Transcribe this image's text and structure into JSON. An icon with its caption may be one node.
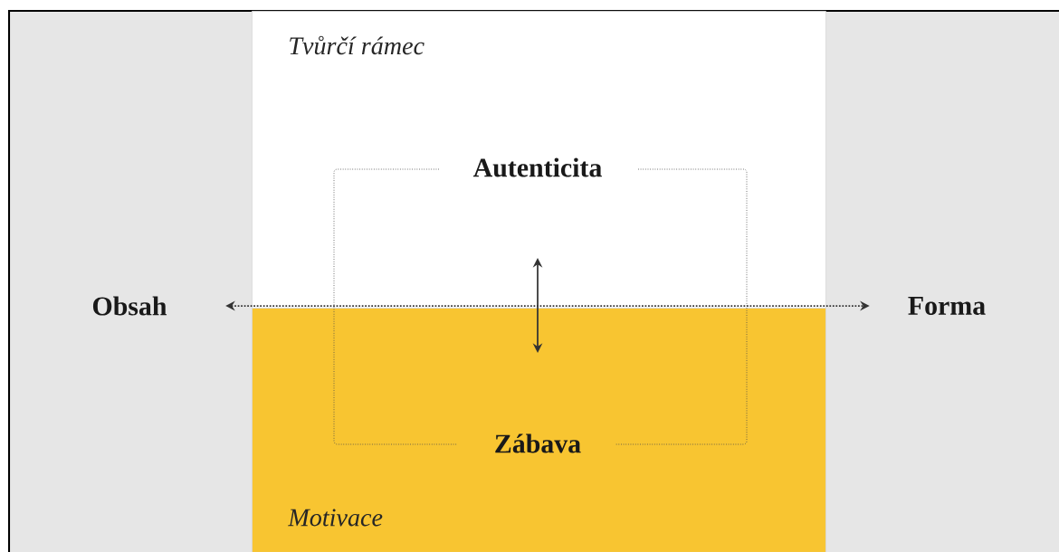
{
  "diagram": {
    "nodes": [
      {
        "text": [
          "Tvůrčí rámec"
        ]
      },
      {
        "text": [
          "Motivace"
        ]
      },
      {
        "text": [
          "Autenticita"
        ],
        "in": 0
      },
      {
        "text": [
          "Zábava"
        ],
        "in": 1
      },
      {
        "text": [
          "Obsah"
        ]
      },
      {
        "text": [
          "Forma"
        ]
      }
    ],
    "edges": [
      {
        "from": 4,
        "to": 5,
        "arrow": "both",
        "style": "dashed"
      }
    ]
  }
}
